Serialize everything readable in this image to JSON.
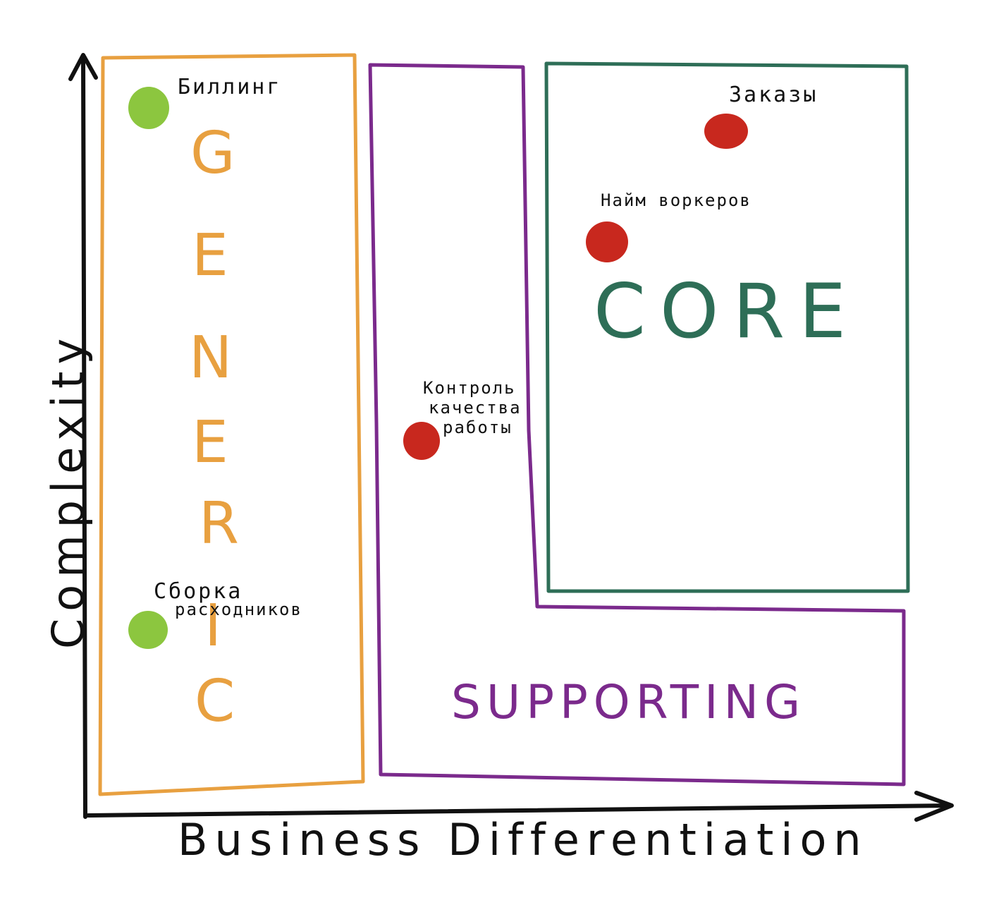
{
  "axes": {
    "x_label": "Business Differentiation",
    "y_label": "Complexity"
  },
  "regions": {
    "generic": {
      "title": [
        "G",
        "E",
        "N",
        "E",
        "R",
        "I",
        "C"
      ],
      "color": "#E8A040"
    },
    "supporting": {
      "title": "SUPPORTING",
      "color": "#7B2A8C"
    },
    "core": {
      "title": "CORE",
      "color": "#2E6E57"
    }
  },
  "subdomains": {
    "billing": {
      "label": "Биллинг",
      "color": "#8CC63F"
    },
    "expenses": {
      "label_line1": "Сборка",
      "label_line2": "расходников",
      "color": "#8CC63F"
    },
    "quality": {
      "label_line1": "Контроль",
      "label_line2": "качества",
      "label_line3": "работы",
      "color": "#C8281E"
    },
    "orders": {
      "label": "Заказы",
      "color": "#C8281E"
    },
    "hiring": {
      "label": "Найм воркеров",
      "color": "#C8281E"
    }
  }
}
